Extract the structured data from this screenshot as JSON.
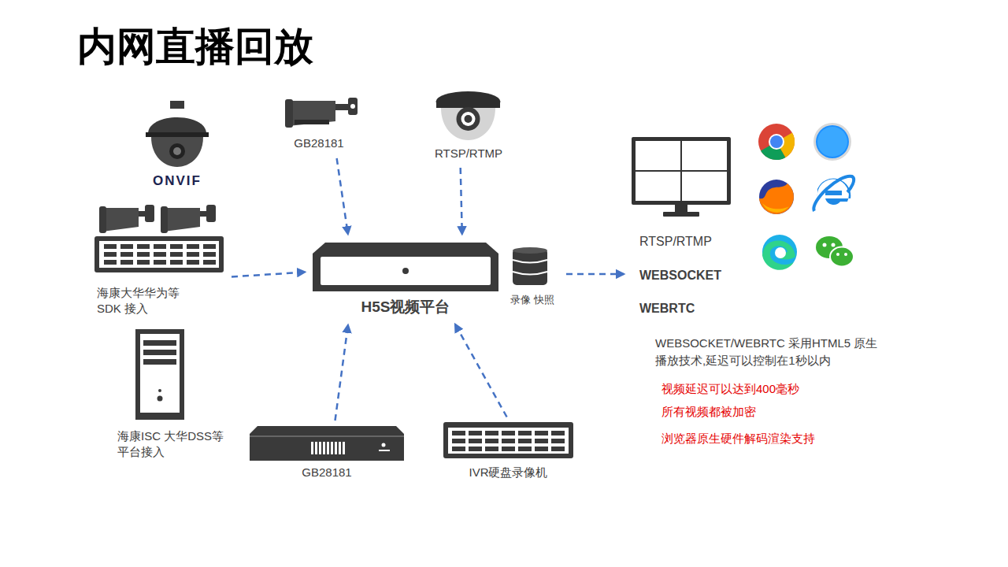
{
  "diagram": {
    "title": "内网直播回放",
    "nodes": [
      {
        "text": [
          "ONVIF"
        ]
      },
      {
        "text": [
          "GB28181"
        ]
      },
      {
        "text": [
          "RTSP/RTMP"
        ]
      },
      {
        "text": [
          "海康大华华为等SDK 接入"
        ]
      },
      {
        "text": [
          "H5S视频平台"
        ]
      },
      {
        "text": [
          "录像 快照"
        ],
        "in": 4
      },
      {
        "text": [
          "海康ISC 大华DSS等 平台接入"
        ]
      },
      {
        "text": [
          "GB28181"
        ]
      },
      {
        "text": [
          "IVR硬盘录像机"
        ]
      },
      {
        "text": [
          "RTSP/RTMP",
          "WEBSOCKET",
          "WEBRTC"
        ]
      }
    ],
    "edges": [
      {
        "from": 3,
        "to": 4,
        "arrow": "to"
      },
      {
        "from": 1,
        "to": 4,
        "arrow": "to"
      },
      {
        "from": 2,
        "to": 4,
        "arrow": "to"
      },
      {
        "from": 7,
        "to": 4,
        "arrow": "to"
      },
      {
        "from": 8,
        "to": 4,
        "arrow": "to"
      },
      {
        "from": 4,
        "to": 9,
        "arrow": "to"
      }
    ],
    "labels": [
      "WEBSOCKET/WEBRTC 采用HTML5 原生播放技术,延迟可以控制在1秒以内",
      "视频延迟可以达到400毫秒",
      "所有视频都被加密",
      "浏览器原生硬件解码渲染支持"
    ]
  }
}
